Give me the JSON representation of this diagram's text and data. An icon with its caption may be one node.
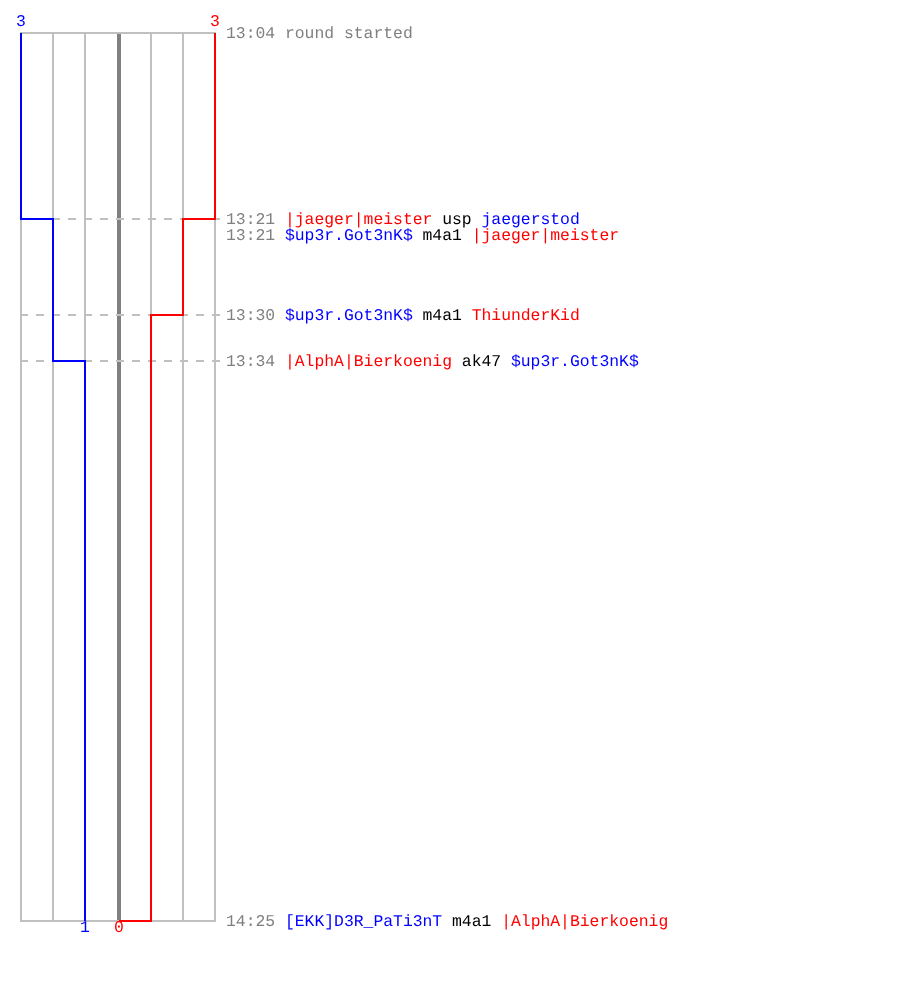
{
  "diagram": {
    "labels": [
      "3",
      "3",
      "13:04",
      "round started",
      "13:21",
      "|jaeger|meister",
      "usp",
      "jaegerstod",
      "13:21",
      "$up3r.Got3nK$",
      "m4a1",
      "|jaeger|meister",
      "13:30",
      "$up3r.Got3nK$",
      "m4a1",
      "ThiunderKid",
      "13:34",
      "|AlphA|Bierkoenig",
      "ak47",
      "$up3r.Got3nK$",
      "1",
      "0",
      "14:25",
      "[EKK]D3R_PaTi3nT",
      "m4a1",
      "|AlphA|Bierkoenig"
    ]
  }
}
